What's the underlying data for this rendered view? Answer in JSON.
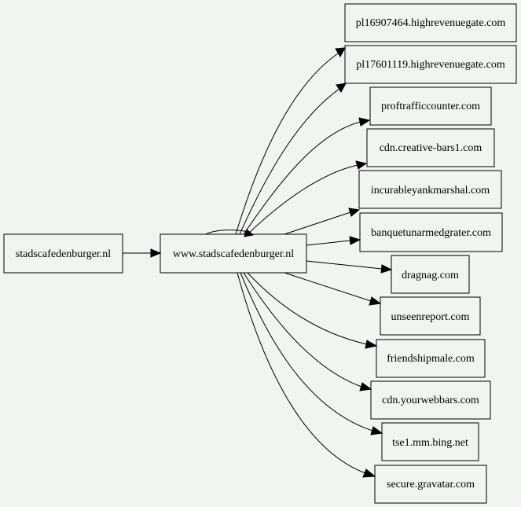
{
  "graph": {
    "source": "stadscafedenburger.nl",
    "hub": "www.stadscafedenburger.nl",
    "targets": [
      "pl16907464.highrevenuegate.com",
      "pl17601119.highrevenuegate.com",
      "proftrafficcounter.com",
      "cdn.creative-bars1.com",
      "incurableyankmarshal.com",
      "banquetunarmedgrater.com",
      "dragnag.com",
      "unseenreport.com",
      "friendshipmale.com",
      "cdn.yourwebbars.com",
      "tse1.mm.bing.net",
      "secure.gravatar.com"
    ]
  }
}
